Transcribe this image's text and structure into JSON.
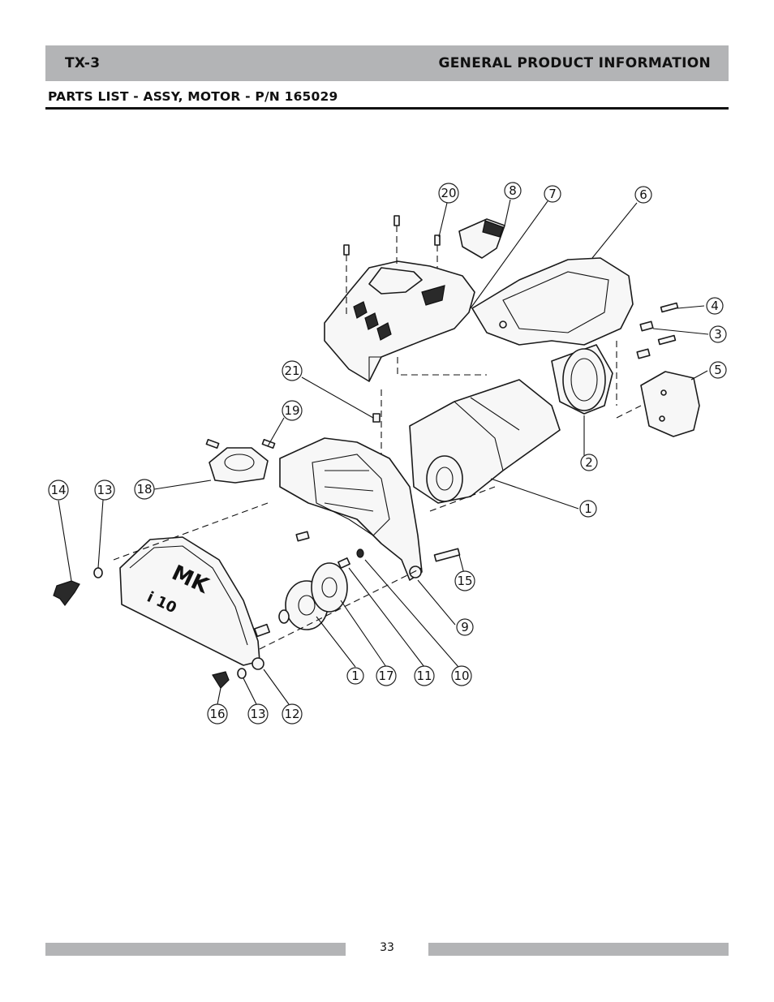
{
  "header": {
    "model": "TX-3",
    "section": "GENERAL PRODUCT INFORMATION"
  },
  "subtitle": "PARTS LIST - ASSY, MOTOR - P/N 165029",
  "diagram": {
    "guard_marking": "MK",
    "guard_marking_2": "i 10",
    "callouts": [
      {
        "label": "20"
      },
      {
        "label": "8"
      },
      {
        "label": "7"
      },
      {
        "label": "6"
      },
      {
        "label": "4"
      },
      {
        "label": "3"
      },
      {
        "label": "5"
      },
      {
        "label": "21"
      },
      {
        "label": "19"
      },
      {
        "label": "2"
      },
      {
        "label": "14"
      },
      {
        "label": "13"
      },
      {
        "label": "18"
      },
      {
        "label": "1"
      },
      {
        "label": "15"
      },
      {
        "label": "9"
      },
      {
        "label": "1"
      },
      {
        "label": "17"
      },
      {
        "label": "11"
      },
      {
        "label": "10"
      },
      {
        "label": "16"
      },
      {
        "label": "13"
      },
      {
        "label": "12"
      }
    ]
  },
  "footer": {
    "page_number": "33"
  }
}
